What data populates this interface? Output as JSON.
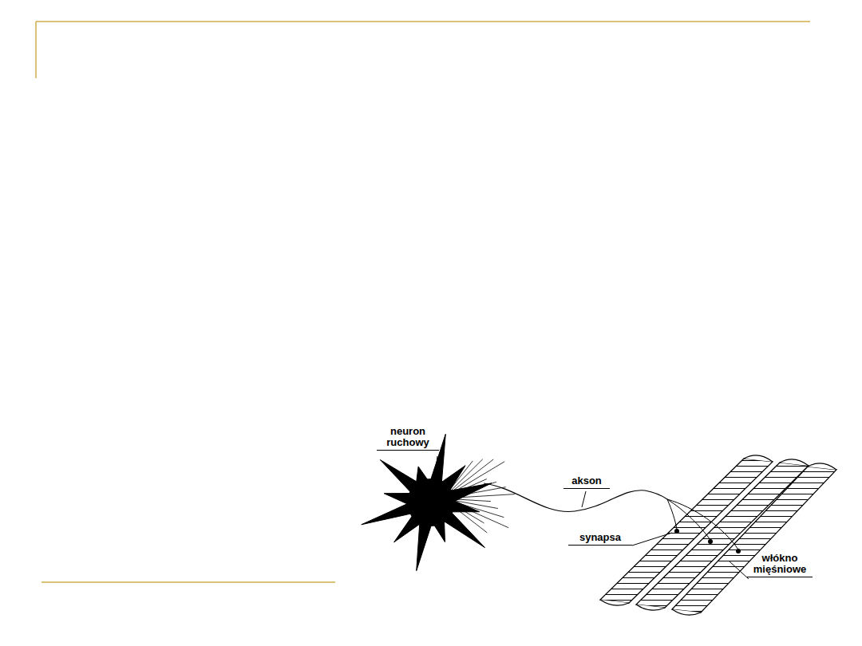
{
  "diagram": {
    "labels": [
      "neuron ruchowy",
      "akson",
      "synapsa",
      "włókno mięśniowe"
    ]
  }
}
